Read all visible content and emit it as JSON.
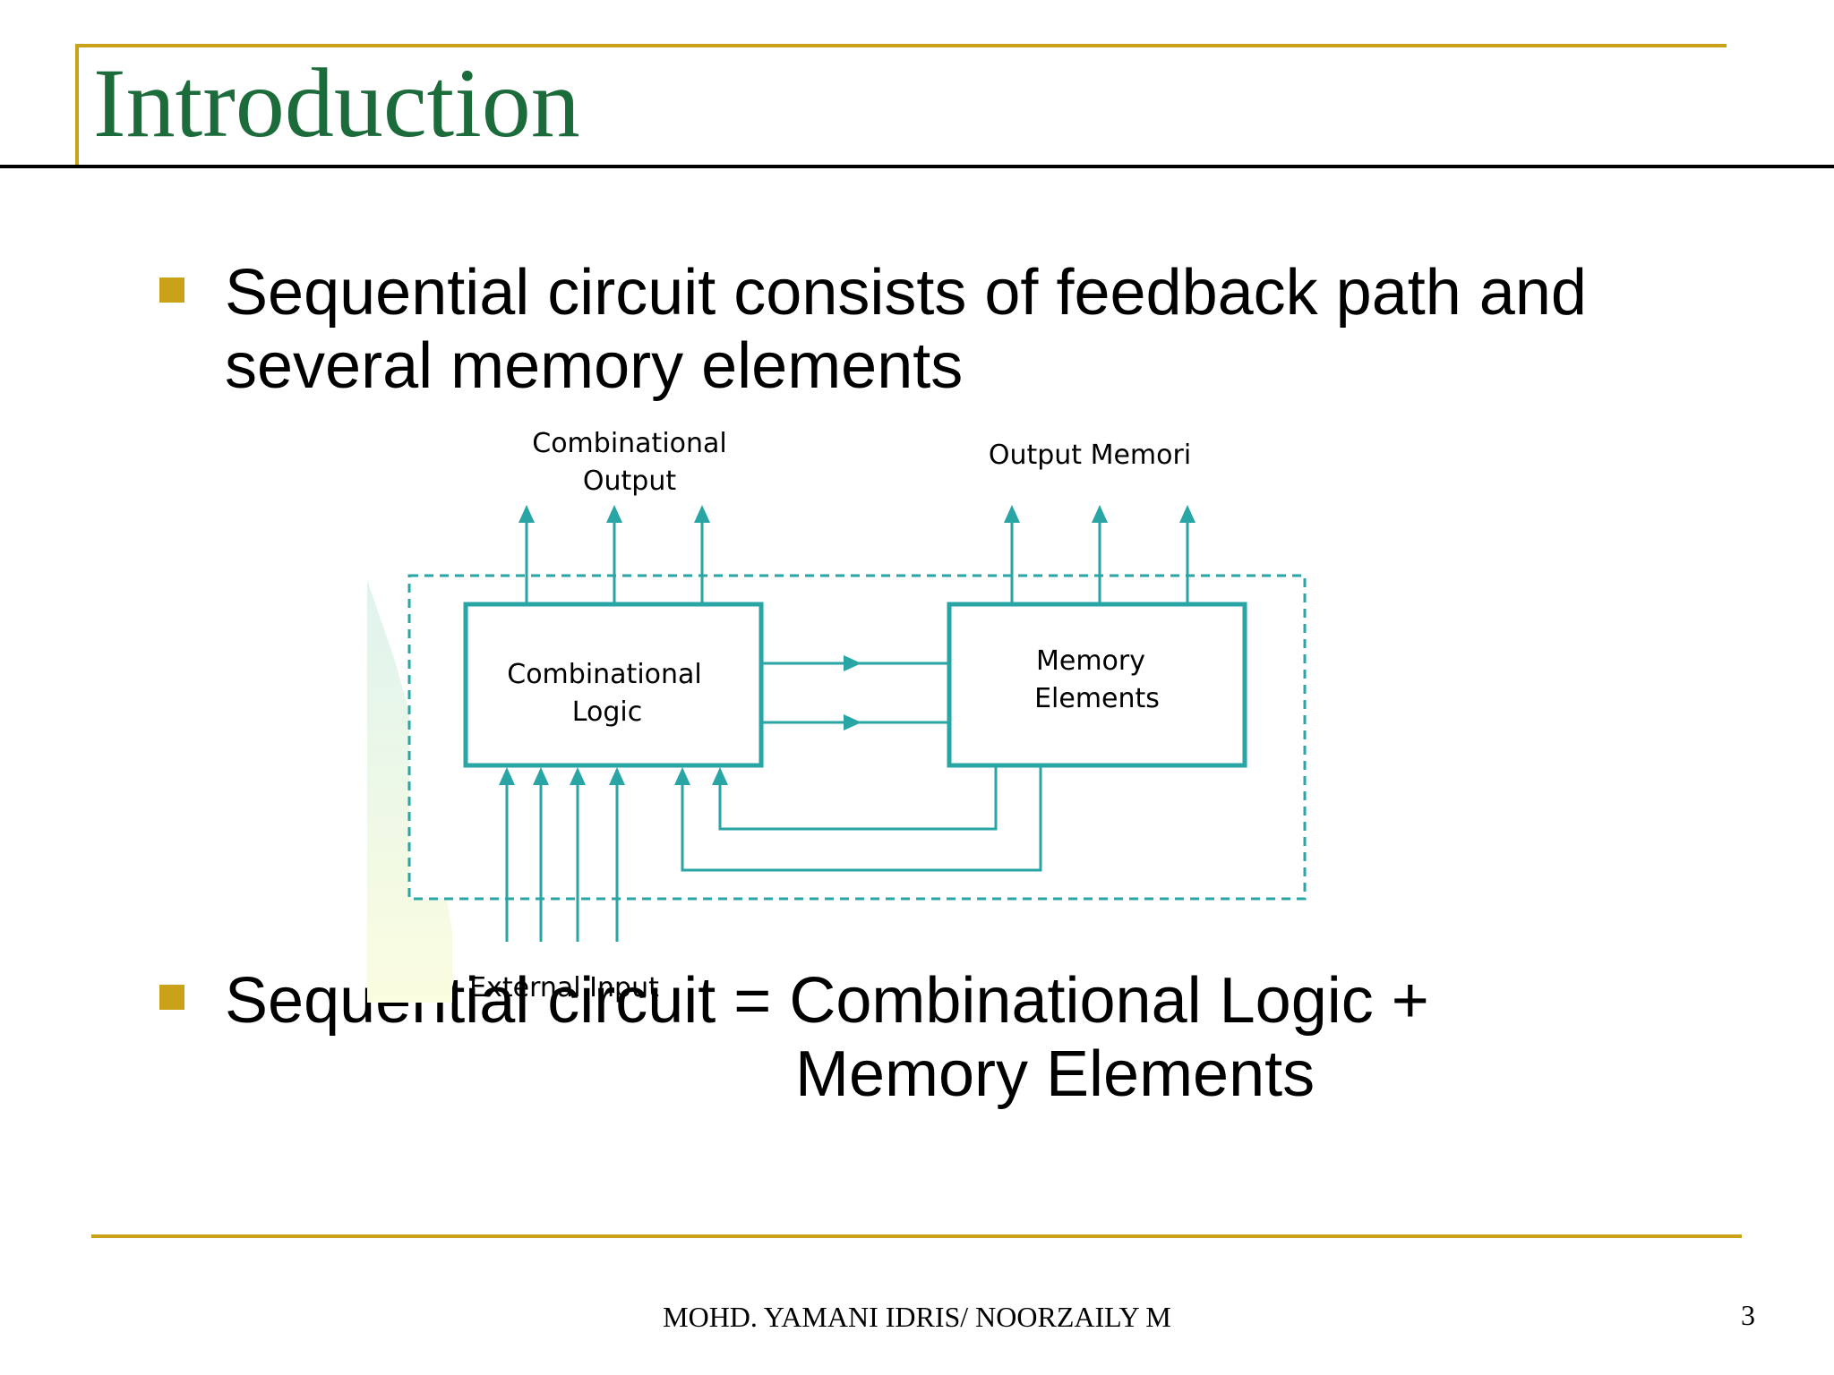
{
  "slide": {
    "title": "Introduction",
    "bullets": [
      {
        "lines": [
          "Sequential circuit consists of feedback path and",
          "several memory elements"
        ]
      },
      {
        "lines": [
          "Sequential circuit = Combinational Logic +",
          "Memory Elements"
        ]
      }
    ],
    "footer": "MOHD. YAMANI IDRIS/ NOORZAILY M",
    "page_number": "3"
  },
  "diagram": {
    "combinational_output_label": [
      "Combinational",
      "Output"
    ],
    "output_memory_label": "Output Memori",
    "combinational_logic_label": [
      "Combinational",
      "Logic"
    ],
    "memory_elements_label": [
      "Memory",
      "Elements"
    ],
    "external_input_label": "External Input",
    "line_color": "#2aa5a5"
  }
}
